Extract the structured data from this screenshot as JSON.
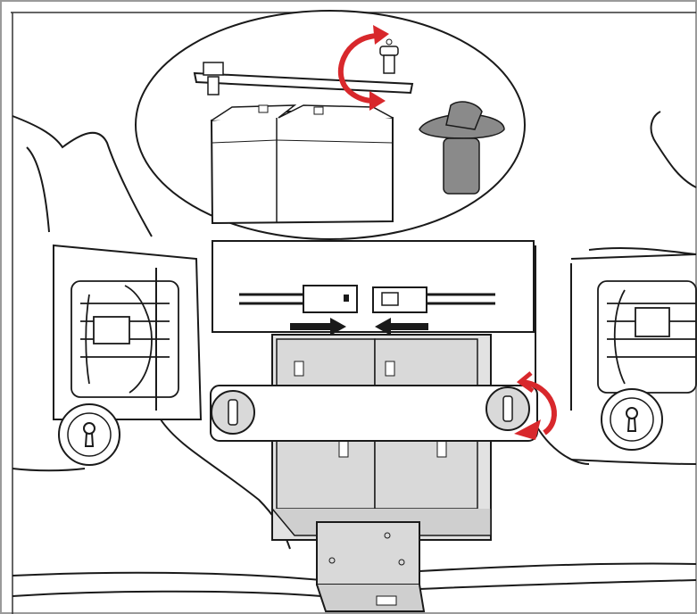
{
  "figure": {
    "kind": "battery replacement instruction illustration",
    "text_labels": []
  },
  "colors": {
    "line": "#1a1a1a",
    "rotation_arrow": "#d8282c",
    "battery_fill": "#d9d9d9",
    "knob_fill": "#8a8a8a",
    "background": "#ffffff"
  },
  "icons": {
    "rotate_arrow_top": "rotate-clockwise-arrow",
    "rotate_arrow_strap": "rotate-clockwise-arrow",
    "connect_arrow_left": "arrow-right",
    "connect_arrow_right": "arrow-left",
    "keyhole_left": "keyhole",
    "keyhole_right": "keyhole"
  }
}
